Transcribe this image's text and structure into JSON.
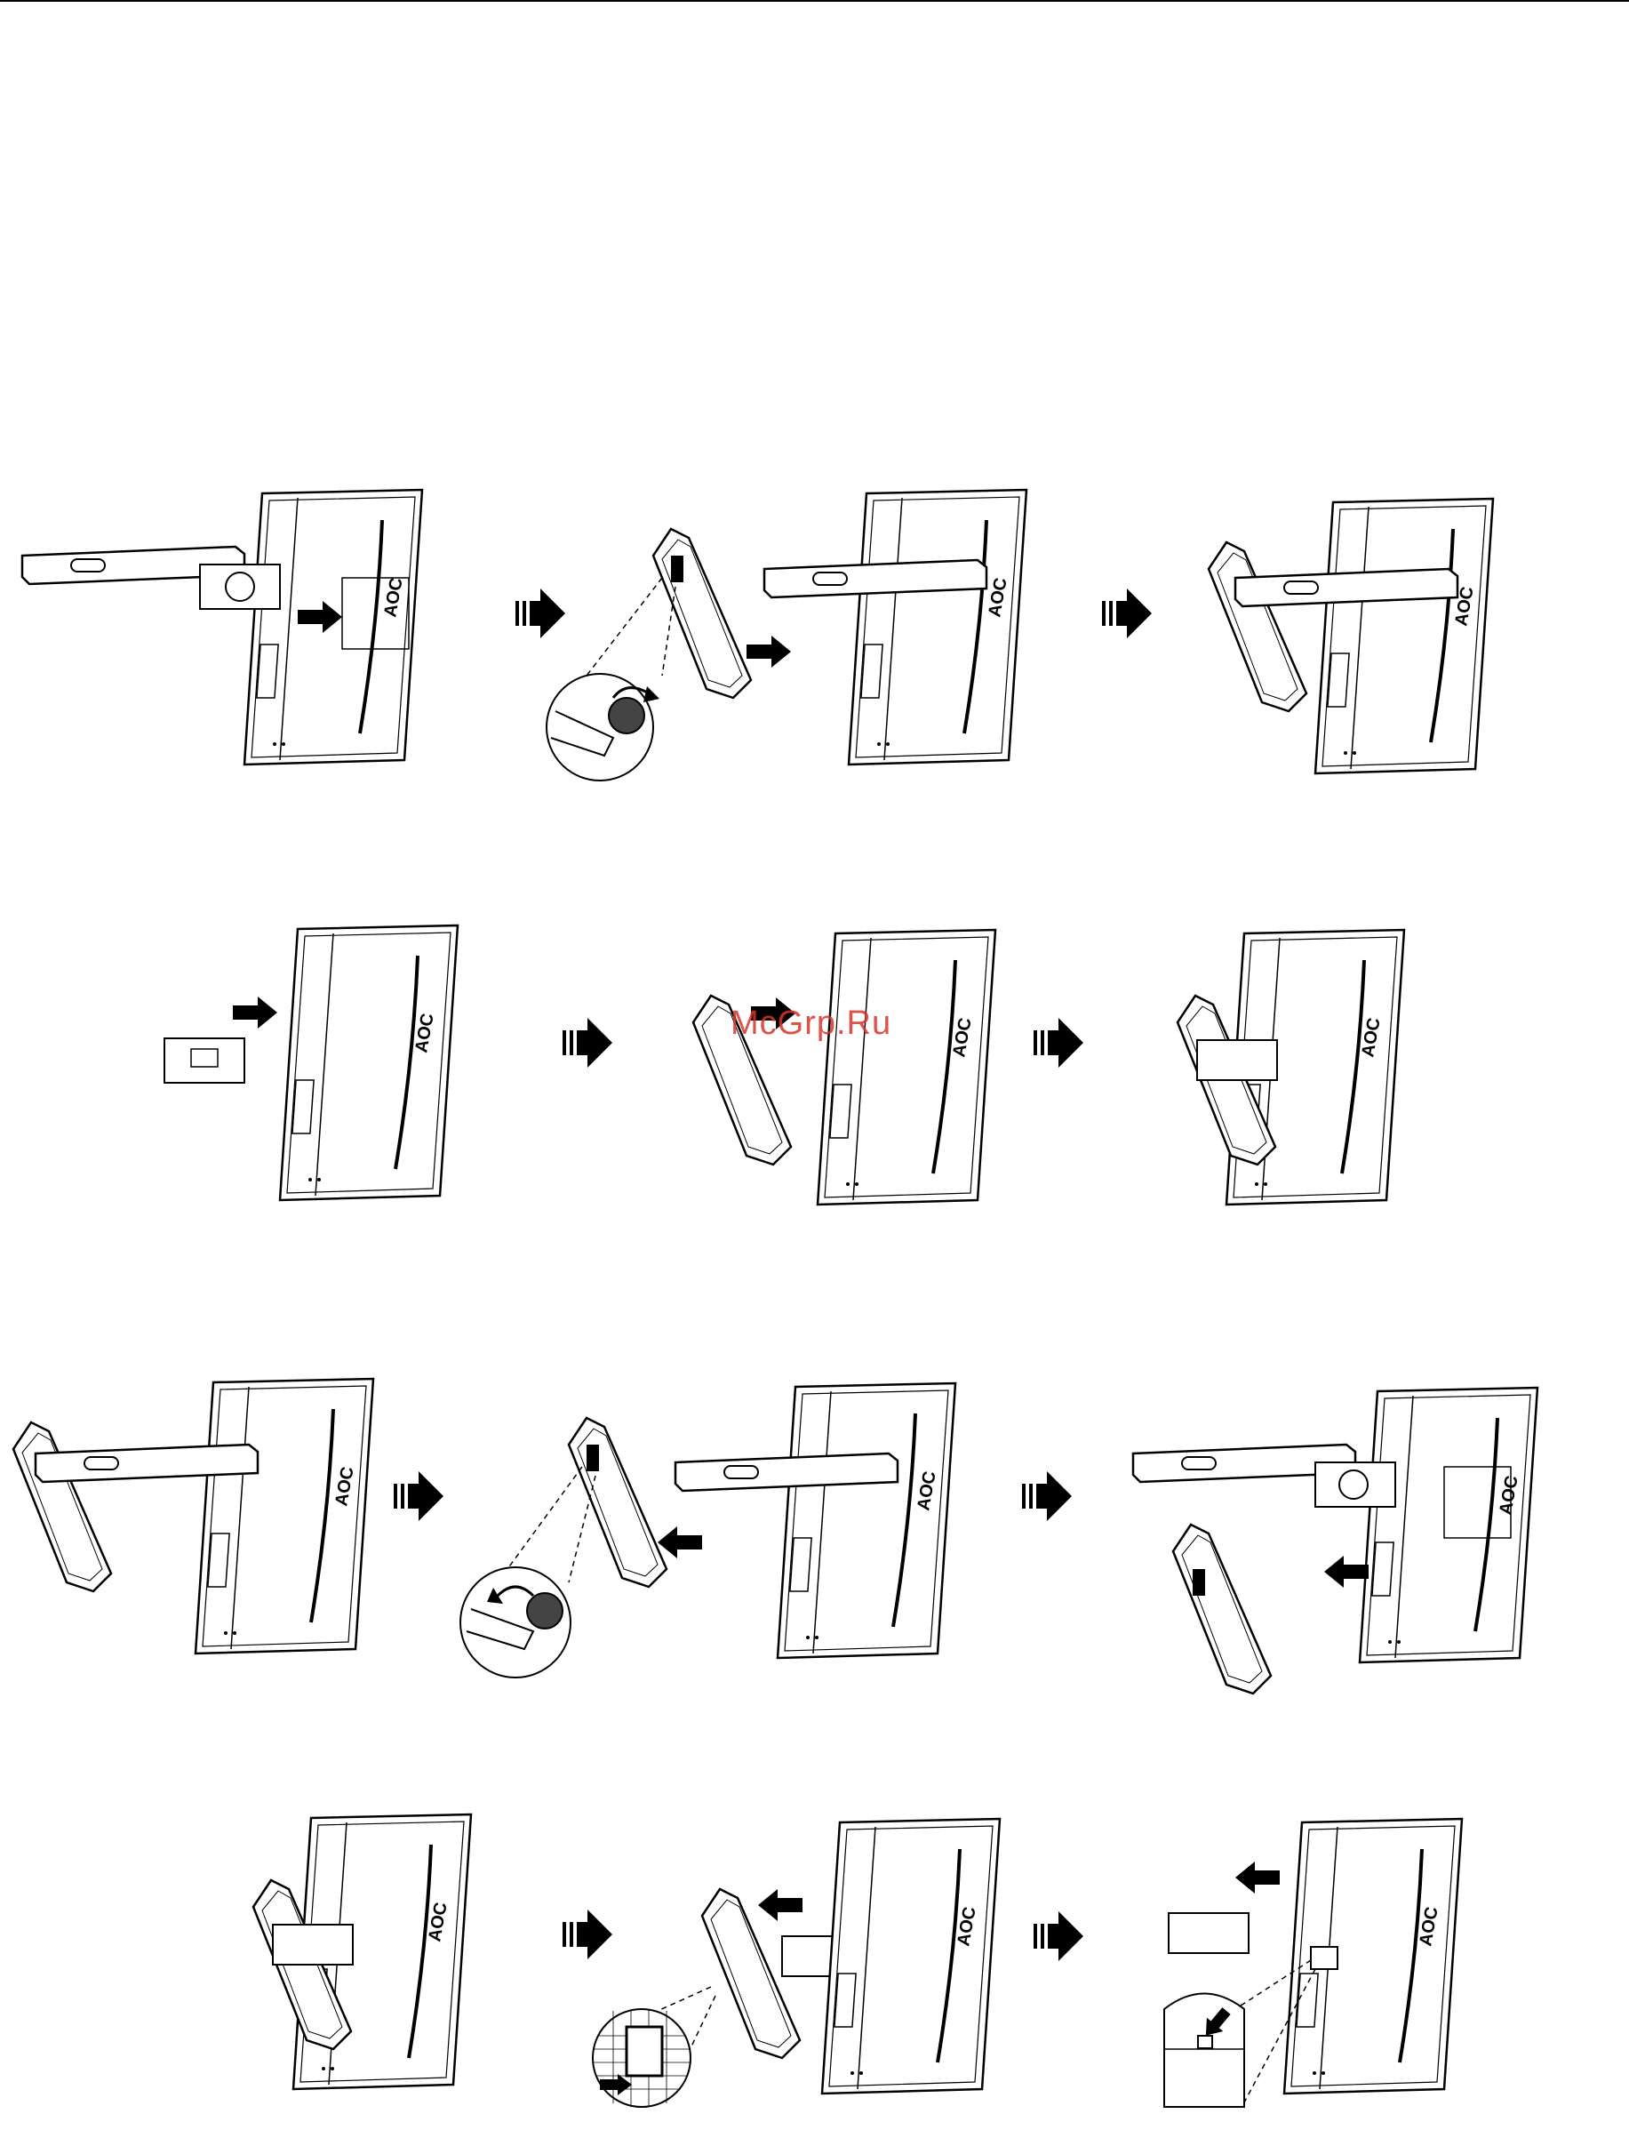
{
  "document": {
    "brand_logo_text": "AOC",
    "watermark": "McGrp.Ru"
  },
  "sections": [
    {
      "name": "row-1",
      "steps": 4
    },
    {
      "name": "row-2",
      "steps": 3
    },
    {
      "name": "row-3",
      "steps": 4
    },
    {
      "name": "row-4",
      "steps": 3
    }
  ],
  "icons": {
    "step_arrow": "triple-bar-arrow-icon",
    "move_arrow": "solid-arrow-icon",
    "rotate": "rotate-screw-icon"
  },
  "colors": {
    "line": "#000000",
    "background": "#ffffff",
    "watermark": "#d9342b"
  }
}
